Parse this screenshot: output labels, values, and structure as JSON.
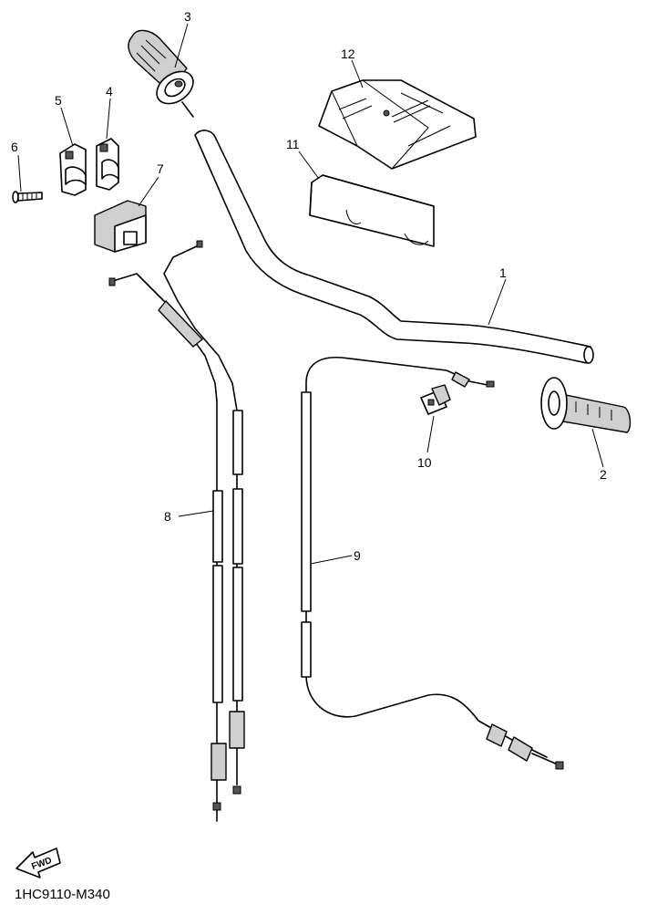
{
  "callouts": {
    "c1": "1",
    "c2": "2",
    "c3": "3",
    "c4": "4",
    "c5": "5",
    "c6": "6",
    "c7": "7",
    "c8": "8",
    "c9": "9",
    "c10": "10",
    "c11": "11",
    "c12": "12"
  },
  "fwd_label": "FWD",
  "diagram_code": "1HC9110-M340"
}
